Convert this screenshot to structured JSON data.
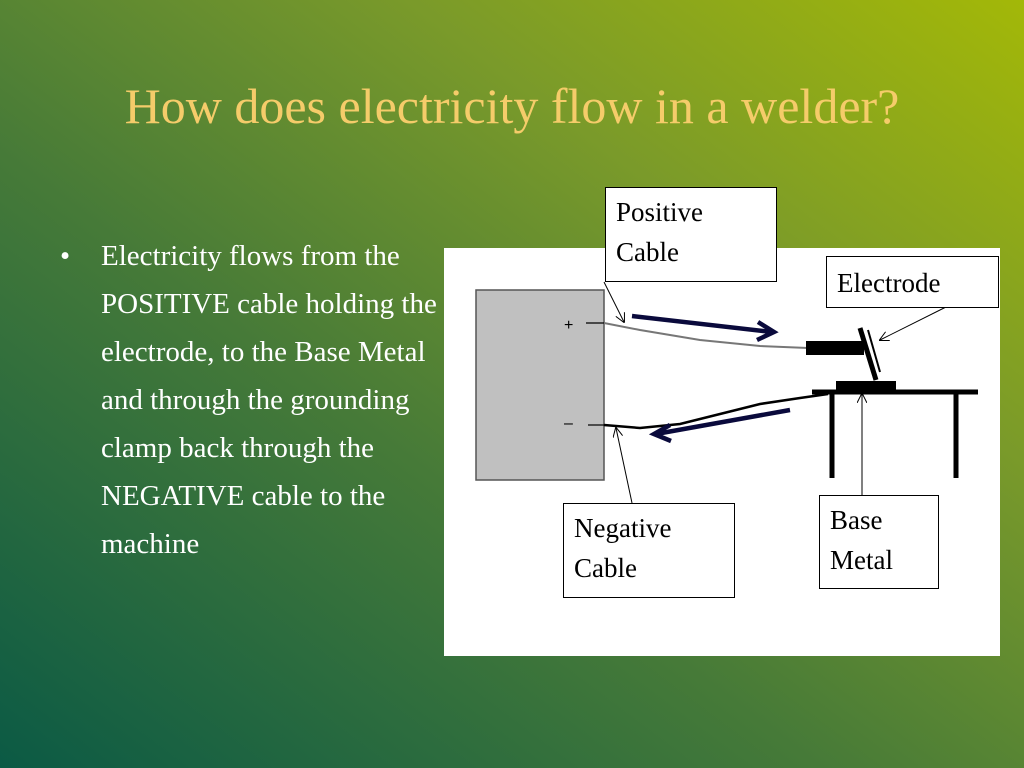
{
  "slide": {
    "title": "How does electricity flow in a welder?",
    "bullet": "Electricity flows from the POSITIVE cable holding the electrode, to the Base Metal and through the grounding clamp back through the NEGATIVE cable to the machine"
  },
  "diagram": {
    "labels": {
      "positive_cable": "Positive Cable",
      "electrode": "Electrode",
      "negative_cable": "Negative Cable",
      "base_metal": "Base Metal"
    },
    "terminals": {
      "plus": "+",
      "minus": "–"
    }
  },
  "colors": {
    "title": "#f5cc6a",
    "body_text": "#ffffff",
    "machine": "#c0c0c0",
    "arrow": "#0a0a3c"
  }
}
